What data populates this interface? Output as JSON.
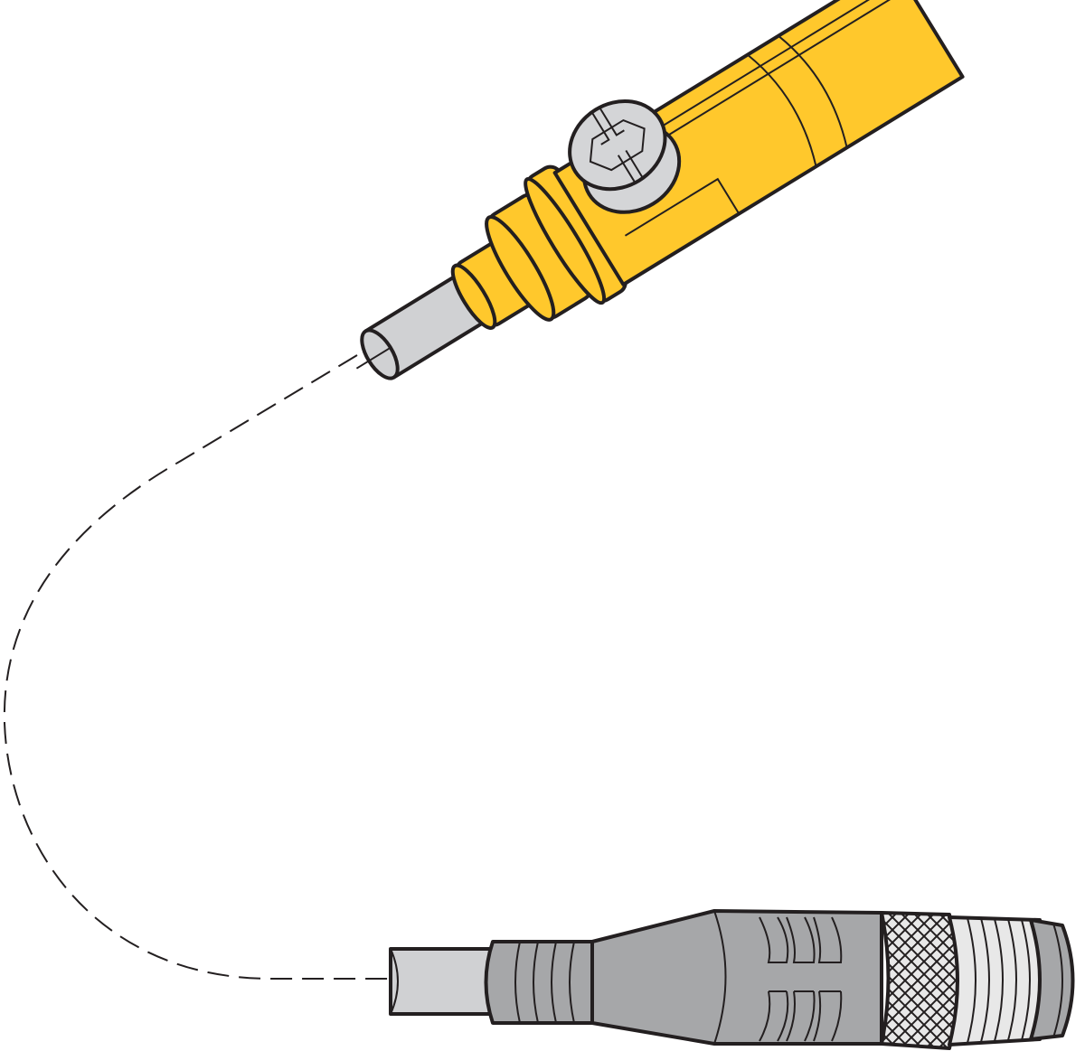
{
  "illustration": {
    "parts": [
      "sensor-body",
      "mounting-screw",
      "cable",
      "connector"
    ],
    "colors": {
      "sensor_yellow": "#ffc82c",
      "screw_gray": "#d4d5d7",
      "cable_gray": "#d0d1d3",
      "connector_gray": "#a6a7a9",
      "knurl_light": "#e8e8e8",
      "outline": "#231f20"
    },
    "cable_style": "dashed"
  }
}
